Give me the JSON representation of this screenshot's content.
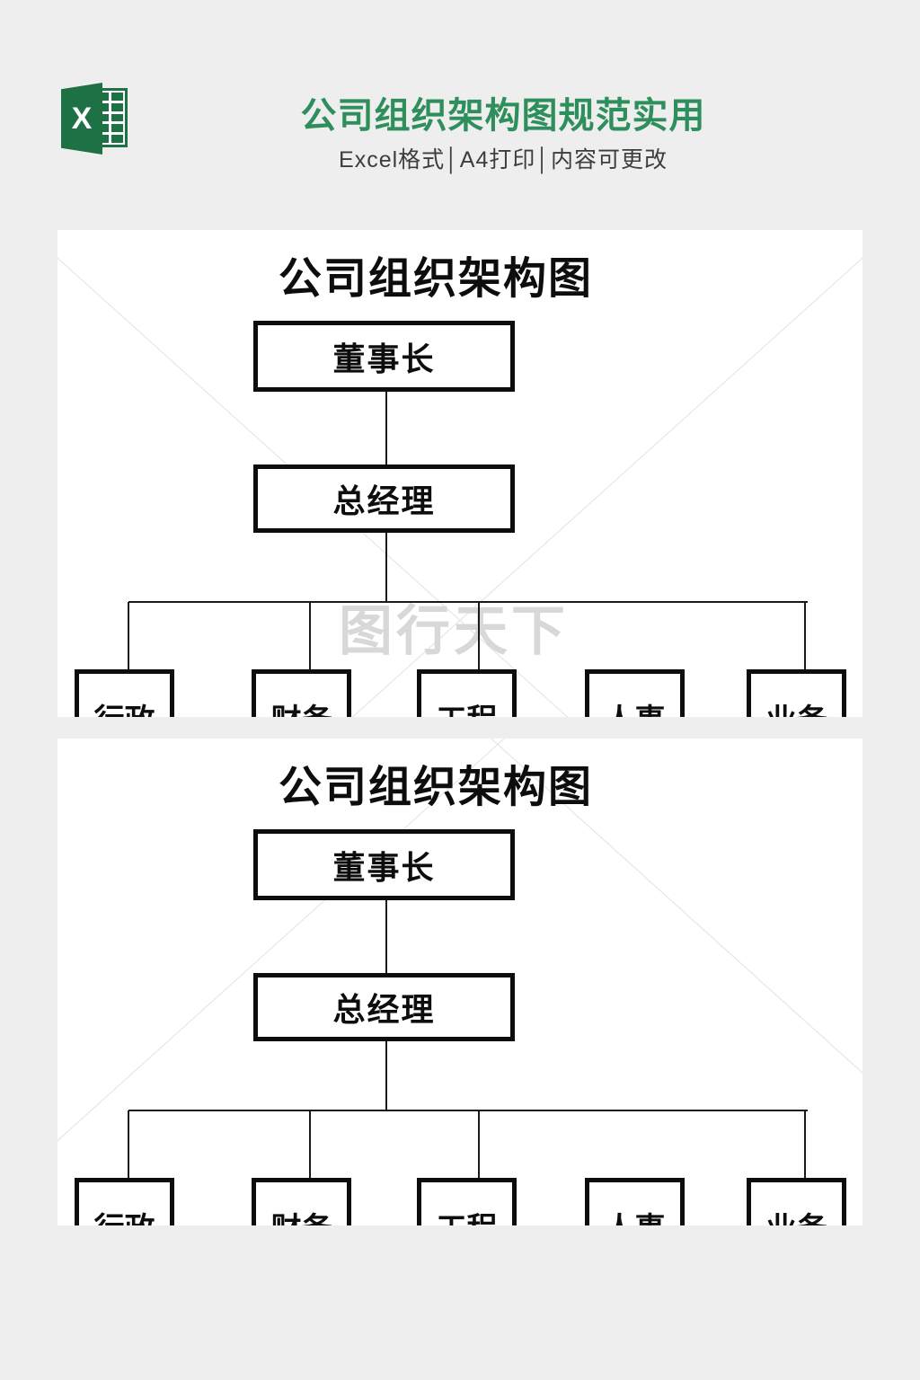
{
  "colors": {
    "page_bg": "#eeeeee",
    "card_bg": "#ffffff",
    "accent_green": "#2e8f5c",
    "excel_icon_green": "#1e7145",
    "chart_line_black": "#1a1a1a",
    "watermark_gray": "#d8d8d8"
  },
  "header": {
    "icon": "excel-logo-icon",
    "icon_letter": "X",
    "title": "公司组织架构图规范实用",
    "subtitle": "Excel格式│A4打印│内容可更改"
  },
  "previews": [
    {
      "title": "公司组织架构图",
      "chairman": "董事长",
      "general_manager": "总经理",
      "departments": [
        "行政部",
        "财务部",
        "工程部",
        "人事部",
        "业务部"
      ],
      "watermark_text": "图行天下"
    },
    {
      "title": "公司组织架构图",
      "chairman": "董事长",
      "general_manager": "总经理",
      "departments": [
        "行政部",
        "财务部",
        "工程部",
        "人事部",
        "业务部"
      ],
      "watermark_text": ""
    }
  ]
}
